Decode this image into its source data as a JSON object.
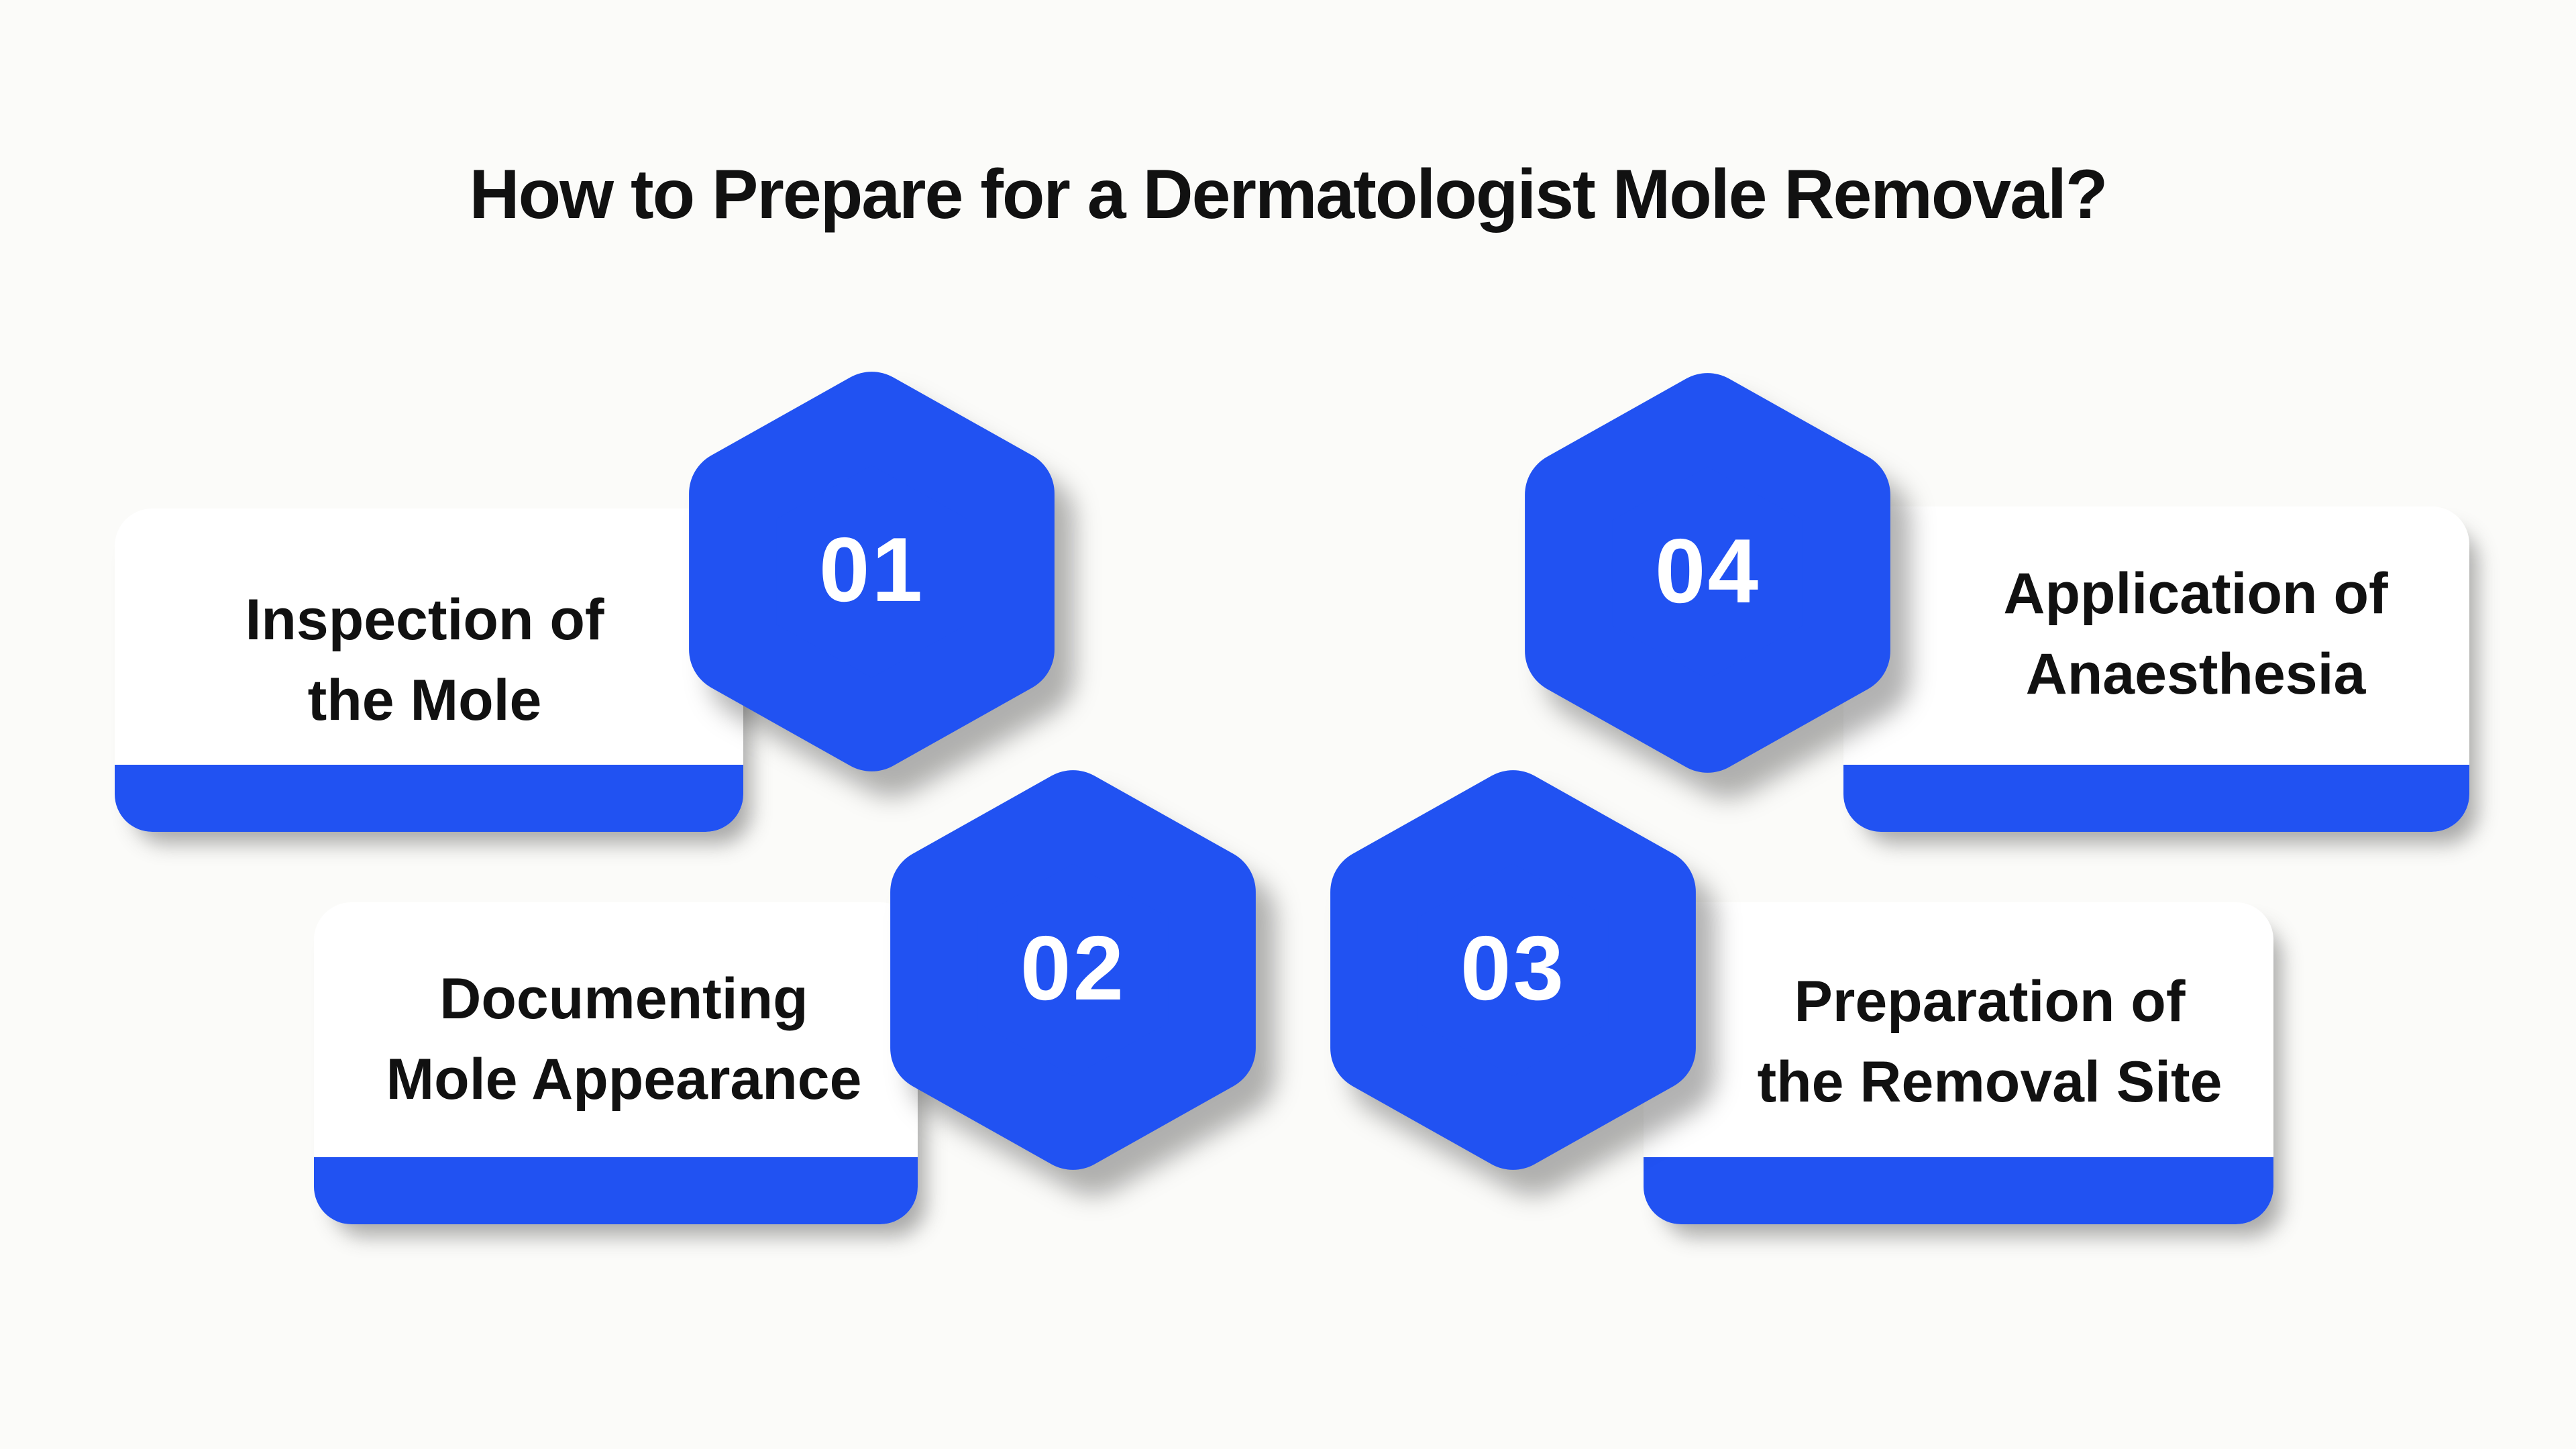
{
  "title": "How to Prepare for a Dermatologist Mole Removal?",
  "steps": [
    {
      "number": "01",
      "label_line1": "Inspection of",
      "label_line2": "the Mole"
    },
    {
      "number": "02",
      "label_line1": "Documenting",
      "label_line2": "Mole Appearance"
    },
    {
      "number": "03",
      "label_line1": "Preparation of",
      "label_line2": "the Removal Site"
    },
    {
      "number": "04",
      "label_line1": "Application of",
      "label_line2": "Anaesthesia"
    }
  ],
  "colors": {
    "accent": "#2152f2",
    "background": "#fbfbf9",
    "card": "#ffffff",
    "text": "#111111",
    "number_text": "#ffffff"
  }
}
